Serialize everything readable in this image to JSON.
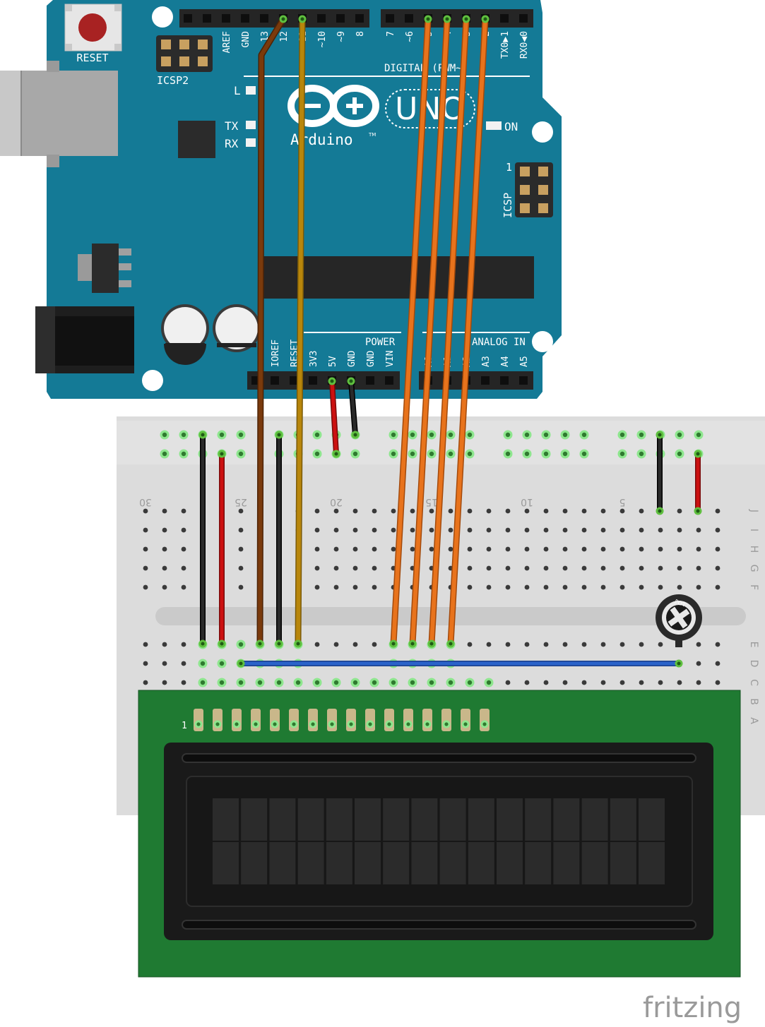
{
  "arduino": {
    "reset_label": "RESET",
    "icsp2_label": "ICSP2",
    "icsp_label": "ICSP",
    "icsp_pin1": "1",
    "led_l": "L",
    "led_tx": "TX",
    "led_rx": "RX",
    "led_on": "ON",
    "brand": "Arduino",
    "trademark": "TM",
    "model": "UNO",
    "digital_label": "DIGITAL (PWM~)",
    "power_label": "POWER",
    "analog_label": "ANALOG IN",
    "top_pin_labels": [
      "AREF",
      "GND",
      "13",
      "12",
      "~11",
      "~10",
      "~9",
      "8",
      "7",
      "~6",
      "~5",
      "4",
      "~3",
      "2",
      "TX0▶1",
      "RX0◀0"
    ],
    "bottom_pin_labels": [
      "IOREF",
      "RESET",
      "3V3",
      "5V",
      "GND",
      "GND",
      "VIN",
      "A0",
      "A1",
      "A2",
      "A3",
      "A4",
      "A5"
    ]
  },
  "breadboard": {
    "column_numbers": [
      "30",
      "25",
      "20",
      "15",
      "10",
      "5"
    ],
    "row_letters": [
      "J",
      "I",
      "H",
      "G",
      "F",
      "E",
      "D",
      "C",
      "B",
      "A"
    ]
  },
  "potentiometer": {
    "label": "POT"
  },
  "lcd": {
    "pin1_label": "1"
  },
  "footer": {
    "logo": "fritzing"
  },
  "colors": {
    "board": "#147a96",
    "wire_brown": "#7a3a0c",
    "wire_gold": "#b8860b",
    "wire_orange": "#e8731c",
    "wire_red": "#cc1111",
    "wire_black": "#222222",
    "wire_blue": "#2a62c9",
    "lcd_pcb": "#1f7a32"
  }
}
